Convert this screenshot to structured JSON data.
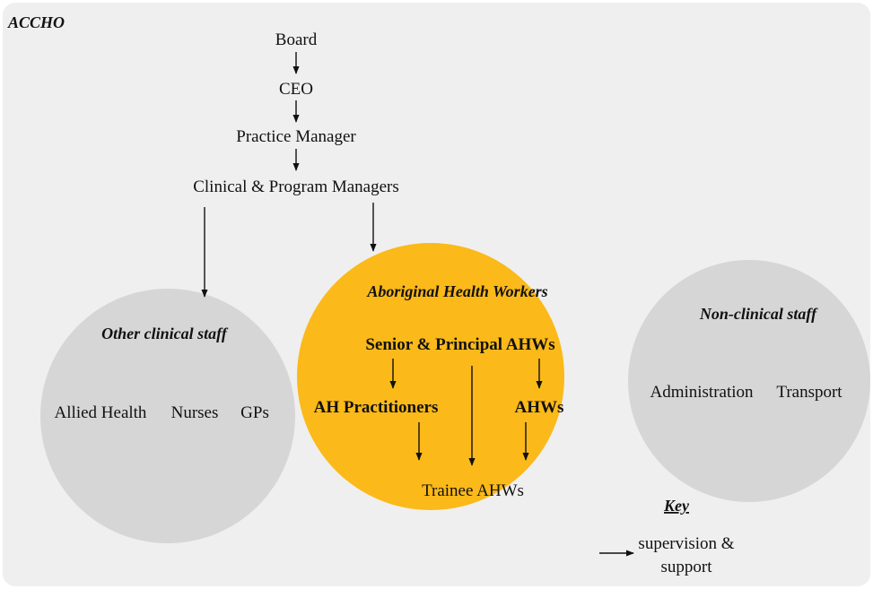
{
  "colors": {
    "background": "#efefef",
    "grey_circle": "#d6d6d6",
    "yellow_circle": "#fbb91a",
    "text": "#111111"
  },
  "title": "ACCHO",
  "hierarchy": {
    "board": "Board",
    "ceo": "CEO",
    "practice_manager": "Practice Manager",
    "clinical_program_managers": "Clinical & Program Managers"
  },
  "other_clinical": {
    "heading": "Other clinical staff",
    "allied_health": "Allied Health",
    "nurses": "Nurses",
    "gps": "GPs"
  },
  "ahw": {
    "heading": "Aboriginal Health Workers",
    "senior": "Senior & Principal AHWs",
    "practitioners": "AH Practitioners",
    "ahws": "AHWs",
    "trainee": "Trainee AHWs"
  },
  "non_clinical": {
    "heading": "Non-clinical staff",
    "administration": "Administration",
    "transport": "Transport"
  },
  "key": {
    "heading": "Key",
    "line1": "supervision &",
    "line2": "support"
  }
}
